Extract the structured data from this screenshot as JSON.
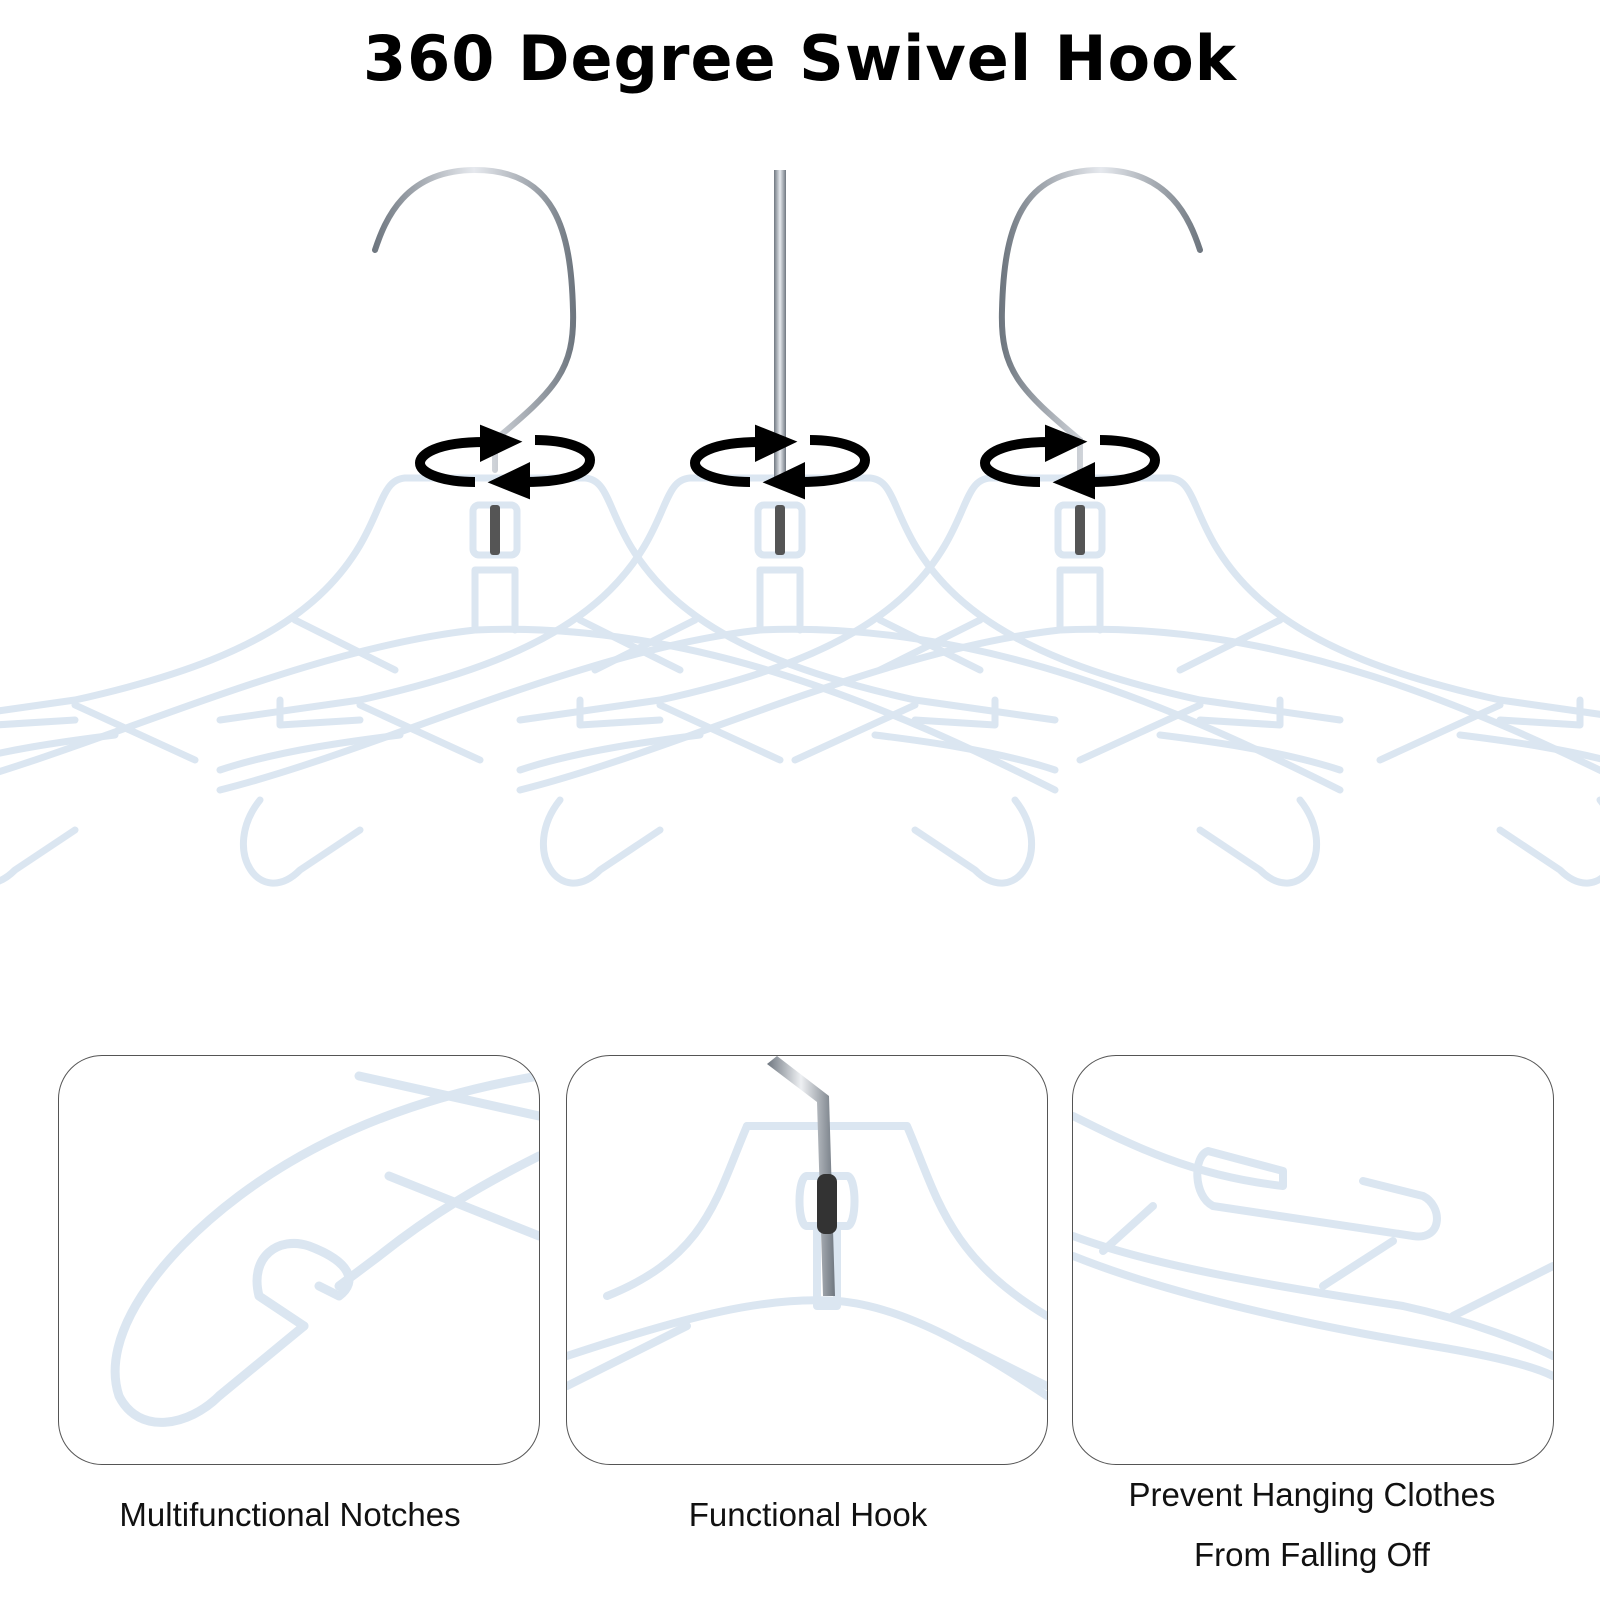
{
  "title": "360 Degree Swivel Hook",
  "colors": {
    "hanger_outline": "#dbe6f1",
    "hook_metal": "#9aa3ad",
    "arrow": "#000000",
    "panel_border": "#555555"
  },
  "hero": {
    "hangers": [
      {
        "name": "left-hanger",
        "hook": "hook-facing-left"
      },
      {
        "name": "middle-hanger",
        "hook": "hook-side-view"
      },
      {
        "name": "right-hanger",
        "hook": "hook-facing-right"
      }
    ],
    "rotation_icon": "rotate-arrows-icon"
  },
  "features": [
    {
      "label": "Multifunctional Notches",
      "icon": "notch-detail-image"
    },
    {
      "label": "Functional Hook",
      "icon": "hook-detail-image"
    },
    {
      "label_line1": "Prevent Hanging Clothes",
      "label_line2": "From Falling Off",
      "icon": "shoulder-notch-detail-image"
    }
  ]
}
